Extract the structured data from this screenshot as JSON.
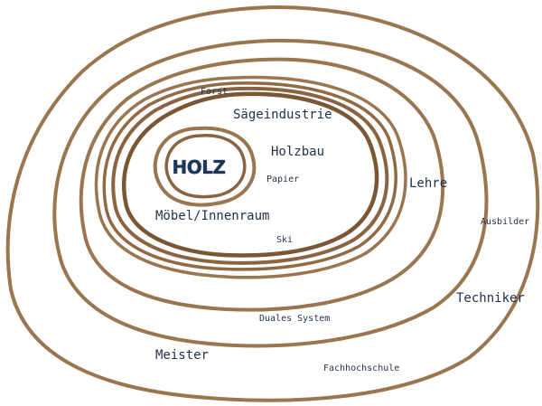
{
  "diagram": {
    "colors": {
      "ring_stroke": "#9a7650",
      "ring_stroke_dark": "#7a5634",
      "label_text": "#1f2f4a",
      "logo_text": "#1d3557"
    },
    "center": {
      "logo_text": "HOLZ"
    },
    "labels": {
      "forst": "Forst",
      "saegeindustrie": "Sägeindustrie",
      "holzbau": "Holzbau",
      "papier": "Papier",
      "moebel": "Möbel/Innenraum",
      "ski": "Ski",
      "lehre": "Lehre",
      "ausbilder": "Ausbilder",
      "techniker": "Techniker",
      "duales_system": "Duales System",
      "meister": "Meister",
      "fachhochschule": "Fachhochschule"
    }
  }
}
